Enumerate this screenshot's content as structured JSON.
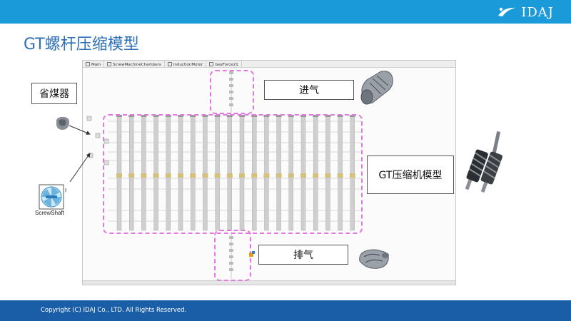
{
  "header": {
    "logo_text": "IDAJ",
    "logo_icon": "idaj-swoosh-icon"
  },
  "slide": {
    "title": "GT螺杆压缩模型"
  },
  "canvas": {
    "tabs": [
      "Main",
      "ScrewMachineChambers",
      "InductionMotor",
      "GasForce21"
    ]
  },
  "callouts": {
    "economizer": "省煤器",
    "intake": "进气",
    "compressor": "GT压缩机模型",
    "exhaust": "排气"
  },
  "screwshaft": {
    "label": "ScrewShaft"
  },
  "footer": {
    "copyright": "Copyright (C)  IDAJ Co., LTD. All Rights Reserved."
  },
  "colors": {
    "topbar": "#1a9ad8",
    "footer": "#1a5ea8",
    "title": "#2f6fb5",
    "highlight": "#e07ae0"
  }
}
